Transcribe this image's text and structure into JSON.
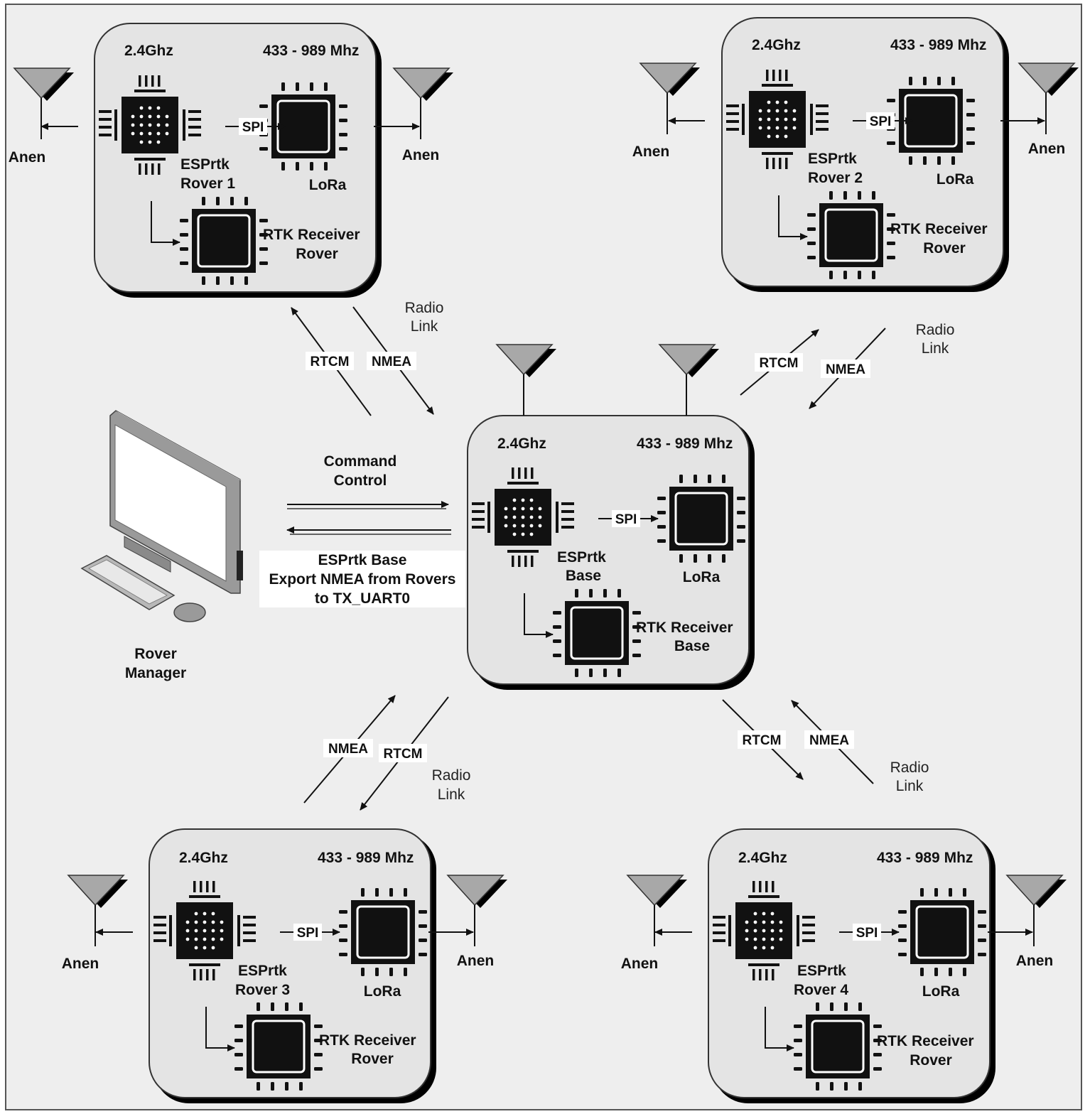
{
  "colors": {
    "canvas": "#eeeeee",
    "box": "#e4e4e4",
    "chip": "#000000",
    "shadow": "#000000"
  },
  "nodes": {
    "rover1": {
      "freq_wifi": "2.4Ghz",
      "freq_lora": "433 - 989 Mhz",
      "esp_line1": "ESPrtk",
      "esp_line2": "Rover 1",
      "lora": "LoRa",
      "spi": "SPI",
      "rtk_line1": "RTK  Receiver",
      "rtk_line2": "Rover",
      "antenna_left": "Anen",
      "antenna_right": "Anen"
    },
    "rover2": {
      "freq_wifi": "2.4Ghz",
      "freq_lora": "433 - 989 Mhz",
      "esp_line1": "ESPrtk",
      "esp_line2": "Rover 2",
      "lora": "LoRa",
      "spi": "SPI",
      "rtk_line1": "RTK  Receiver",
      "rtk_line2": "Rover",
      "antenna_left": "Anen",
      "antenna_right": "Anen"
    },
    "rover3": {
      "freq_wifi": "2.4Ghz",
      "freq_lora": "433 - 989 Mhz",
      "esp_line1": "ESPrtk",
      "esp_line2": "Rover 3",
      "lora": "LoRa",
      "spi": "SPI",
      "rtk_line1": "RTK  Receiver",
      "rtk_line2": "Rover",
      "antenna_left": "Anen",
      "antenna_right": "Anen"
    },
    "rover4": {
      "freq_wifi": "2.4Ghz",
      "freq_lora": "433 - 989 Mhz",
      "esp_line1": "ESPrtk",
      "esp_line2": "Rover 4",
      "lora": "LoRa",
      "spi": "SPI",
      "rtk_line1": "RTK  Receiver",
      "rtk_line2": "Rover",
      "antenna_left": "Anen",
      "antenna_right": "Anen"
    },
    "base": {
      "freq_wifi": "2.4Ghz",
      "freq_lora": "433 - 989 Mhz",
      "esp_line1": "ESPrtk",
      "esp_line2": "Base",
      "lora": "LoRa",
      "spi": "SPI",
      "rtk_line1": "RTK  Receiver",
      "rtk_line2": "Base"
    }
  },
  "links": {
    "rover1": {
      "rtcm": "RTCM",
      "nmea": "NMEA",
      "radio_line1": "Radio",
      "radio_line2": "Link"
    },
    "rover2": {
      "rtcm": "RTCM",
      "nmea": "NMEA",
      "radio_line1": "Radio",
      "radio_line2": "Link"
    },
    "rover3": {
      "rtcm": "RTCM",
      "nmea": "NMEA",
      "radio_line1": "Radio",
      "radio_line2": "Link"
    },
    "rover4": {
      "rtcm": "RTCM",
      "nmea": "NMEA",
      "radio_line1": "Radio",
      "radio_line2": "Link"
    }
  },
  "manager": {
    "label_line1": "Rover",
    "label_line2": "Manager",
    "command_line1": "Command",
    "command_line2": "Control",
    "export_line1": "ESPrtk Base",
    "export_line2": "Export NMEA from Rovers",
    "export_line3": "to TX_UART0"
  }
}
